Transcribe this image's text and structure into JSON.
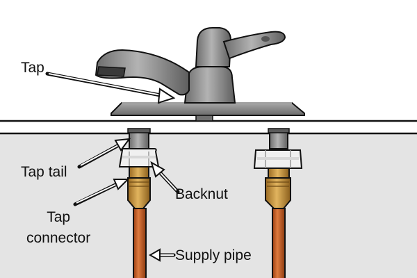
{
  "labels": {
    "tap": "Tap",
    "tap_tail": "Tap tail",
    "backnut": "Backnut",
    "tap_connector_line1": "Tap",
    "tap_connector_line2": "connector",
    "supply_pipe": "Supply pipe"
  },
  "colors": {
    "below_counter": "#e4e4e4",
    "chrome": "#8d8d8d",
    "backnut": "#eeeeee",
    "brass": "#c7913a",
    "copper_pipe": "#c2571f",
    "outline": "#111111"
  }
}
